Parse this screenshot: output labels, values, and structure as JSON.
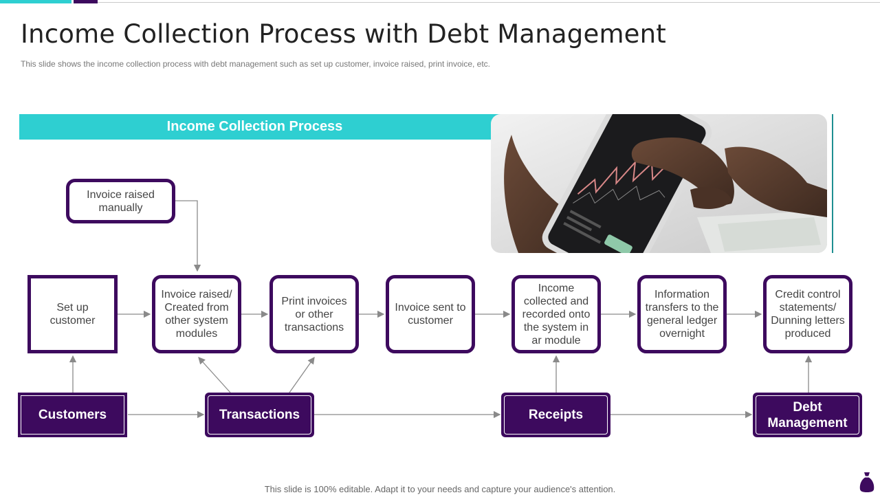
{
  "header": {
    "title": "Income Collection Process with Debt Management",
    "subtitle": "This slide shows the income collection process with debt management such as set up customer, invoice raised, print invoice, etc."
  },
  "banner": {
    "label": "Income Collection Process"
  },
  "manual_step": {
    "label": "Invoice raised manually"
  },
  "steps": [
    {
      "label": "Set up customer"
    },
    {
      "label": "Invoice raised/ Created from other system modules"
    },
    {
      "label": "Print invoices or other transactions"
    },
    {
      "label": "Invoice sent to customer"
    },
    {
      "label": "Income collected and recorded onto the system in ar module"
    },
    {
      "label": "Information transfers to the general ledger overnight"
    },
    {
      "label": "Credit control statements/ Dunning letters produced"
    }
  ],
  "categories": [
    {
      "label": "Customers"
    },
    {
      "label": "Transactions"
    },
    {
      "label": "Receipts"
    },
    {
      "label": "Debt Management"
    }
  ],
  "footer": {
    "text": "This slide is 100% editable. Adapt it to your needs and capture your audience's attention."
  },
  "colors": {
    "teal": "#2ecfd1",
    "purple": "#3d0a5e",
    "arrow": "#8a8a8a"
  },
  "icons": {
    "photo": "phone-trading-photo",
    "corner": "money-bag-icon"
  }
}
